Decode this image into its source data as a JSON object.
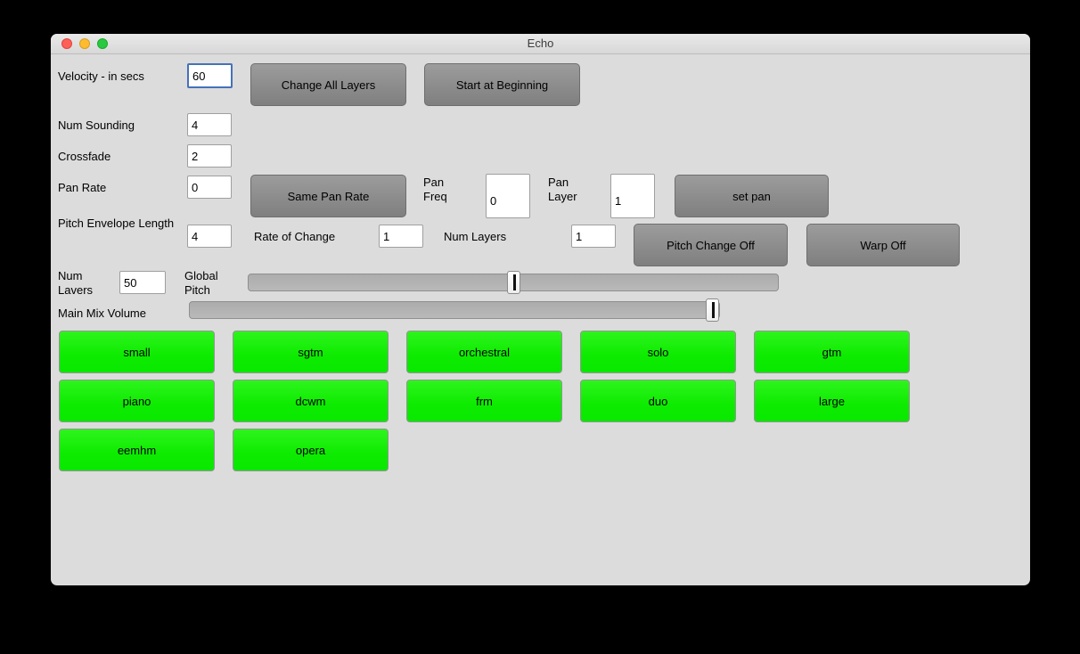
{
  "window": {
    "title": "Echo"
  },
  "controls": {
    "velocity": {
      "label": "Velocity - in secs",
      "value": "60"
    },
    "num_sounding": {
      "label": "Num Sounding",
      "value": "4"
    },
    "crossfade": {
      "label": "Crossfade",
      "value": "2"
    },
    "pan_rate": {
      "label": "Pan Rate",
      "value": "0"
    },
    "pan_freq": {
      "label": "Pan Freq",
      "value": "0"
    },
    "pan_layer": {
      "label": "Pan Layer",
      "value": "1"
    },
    "pitch_envelope_length": {
      "label": "Pitch Envelope Length",
      "value": "4"
    },
    "rate_of_change": {
      "label": "Rate of Change",
      "value": "1"
    },
    "num_layers": {
      "label": "Num Layers",
      "value": "1"
    },
    "num_lavers": {
      "label": "Num Lavers",
      "value": "50"
    }
  },
  "buttons": {
    "change_all_layers": {
      "label": "Change All Layers"
    },
    "start_at_beginning": {
      "label": "Start at Beginning"
    },
    "same_pan_rate": {
      "label": "Same Pan Rate"
    },
    "set_pan": {
      "label": "set pan"
    },
    "pitch_change_off": {
      "label": "Pitch Change Off"
    },
    "warp_off": {
      "label": "Warp Off"
    }
  },
  "sliders": {
    "global_pitch": {
      "label": "Global Pitch",
      "percent": 50
    },
    "main_mix_volume": {
      "label": "Main Mix Volume",
      "percent": 100
    }
  },
  "presets": [
    {
      "label": "small"
    },
    {
      "label": "sgtm"
    },
    {
      "label": "orchestral"
    },
    {
      "label": "solo"
    },
    {
      "label": "gtm"
    },
    {
      "label": "piano"
    },
    {
      "label": "dcwm"
    },
    {
      "label": "frm"
    },
    {
      "label": "duo"
    },
    {
      "label": "large"
    },
    {
      "label": "eemhm"
    },
    {
      "label": "opera"
    }
  ],
  "colors": {
    "window_bg": "#dcdcdc",
    "preset_green": "#12f000",
    "button_gray": "#8b8b8b",
    "focus_blue": "#4572b8",
    "traffic_red": "#ff5f57",
    "traffic_yellow": "#febc2e",
    "traffic_green": "#28c840"
  }
}
